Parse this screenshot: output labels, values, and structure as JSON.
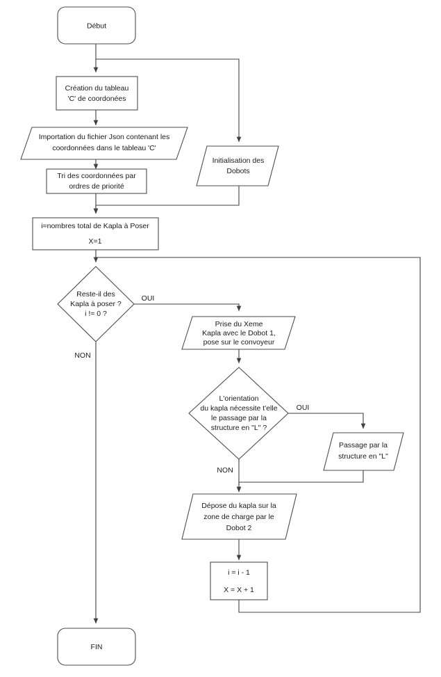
{
  "diagram": {
    "type": "flowchart",
    "language": "fr",
    "background_color": "#ffffff",
    "stroke_color": "#4d4d4d",
    "text_color": "#1a1a1a",
    "nodes": {
      "start": {
        "shape": "terminator",
        "lines": [
          "Début"
        ]
      },
      "creation_tableau": {
        "shape": "process",
        "lines": [
          "Création du tableau",
          "'C' de coordonées"
        ]
      },
      "importation_json": {
        "shape": "io",
        "lines": [
          "Importation du fichier Json contenant les",
          "coordonnées dans le tableau 'C'"
        ]
      },
      "init_dobots": {
        "shape": "io",
        "lines": [
          "Initialisation des",
          "Dobots"
        ]
      },
      "tri_coordonnees": {
        "shape": "process",
        "lines": [
          "Tri des coordonnées par",
          "ordres de priorité"
        ]
      },
      "init_compteurs": {
        "shape": "process",
        "lines": [
          "i=nombres total de Kapla à Poser",
          "X=1"
        ]
      },
      "decision_reste": {
        "shape": "decision",
        "lines": [
          "Reste-il des",
          "Kapla à poser ?",
          "i != 0 ?"
        ]
      },
      "prise_kapla": {
        "shape": "io",
        "lines": [
          "Prise du Xeme",
          "Kapla avec le Dobot 1,",
          "pose sur le convoyeur"
        ]
      },
      "decision_orientation": {
        "shape": "decision",
        "lines": [
          "L'orientation",
          "du kapla nécessite t'elle",
          "le passage par la",
          "structure en \"L\" ?"
        ]
      },
      "passage_structure_l": {
        "shape": "io",
        "lines": [
          "Passage par la",
          "structure en \"L\""
        ]
      },
      "depose_kapla": {
        "shape": "io",
        "lines": [
          "Dépose du kapla sur la",
          "zone de charge par le",
          "Dobot 2"
        ]
      },
      "maj_compteurs": {
        "shape": "process",
        "lines": [
          "i = i - 1",
          "X = X + 1"
        ]
      },
      "end": {
        "shape": "terminator",
        "lines": [
          "FIN"
        ]
      }
    },
    "edge_labels": {
      "reste_oui": "OUI",
      "reste_non": "NON",
      "orientation_oui": "OUI",
      "orientation_non": "NON"
    }
  }
}
